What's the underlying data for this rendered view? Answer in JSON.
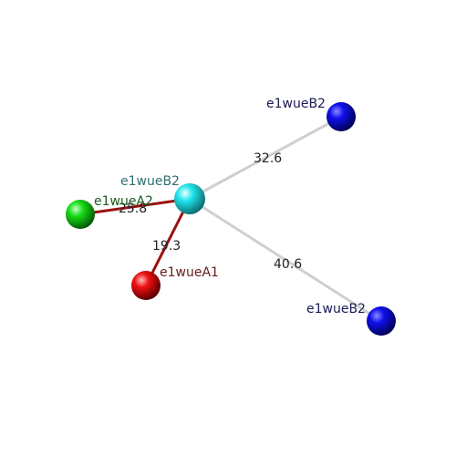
{
  "colors": {
    "background": "#ffffff",
    "edge_gray": "#cfcfcf",
    "edge_red": "#9b1010"
  },
  "nodes": [
    {
      "id": "center",
      "label": "e1wueB2",
      "color": "#22e6ee",
      "label_color": "#2f6f6f"
    },
    {
      "id": "b2_top",
      "label": "e1wueB2",
      "color": "#1010ee",
      "label_color": "#1a1a55"
    },
    {
      "id": "b2_bottom",
      "label": "e1wueB2",
      "color": "#1010ee",
      "label_color": "#1a1a55"
    },
    {
      "id": "a2",
      "label": "e1wueA2",
      "color": "#18dd18",
      "label_color": "#1e5a1e"
    },
    {
      "id": "a1",
      "label": "e1wueA1",
      "color": "#ee1010",
      "label_color": "#6a1a1a"
    }
  ],
  "edges": [
    {
      "from": "center",
      "to": "b2_top",
      "value": "32.6",
      "style": "gray"
    },
    {
      "from": "center",
      "to": "b2_bottom",
      "value": "40.6",
      "style": "gray"
    },
    {
      "from": "center",
      "to": "a2",
      "value": "25.8",
      "style": "red"
    },
    {
      "from": "center",
      "to": "a1",
      "value": "19.3",
      "style": "red"
    }
  ]
}
